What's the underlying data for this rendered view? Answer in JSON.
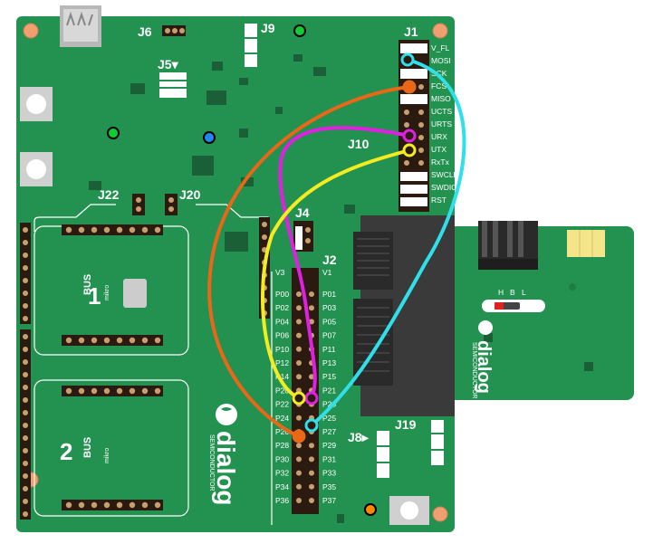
{
  "board": {
    "colors": {
      "pcb": "#239150",
      "pcb_dark": "#1d7d43",
      "silk": "#ffffff",
      "header": "#5a3a1a",
      "pin": "#c8a070"
    },
    "labels": {
      "j1": "J1",
      "j2": "J2",
      "j4": "J4",
      "j5": "J5▾",
      "j6": "J6",
      "j8": "J8▸",
      "j9": "J9",
      "j10": "J10",
      "j19": "J19",
      "j20": "J20",
      "j22": "J22",
      "v3": "V3",
      "v1": "V1"
    },
    "j1_pins": [
      "V_FL",
      "MOSI",
      "SCK",
      "FCS",
      "MISO",
      "UCTS",
      "URTS",
      "URX",
      "UTX",
      "RxTx",
      "SWCLK",
      "SWDIO",
      "RST"
    ],
    "j2_left": [
      "P00",
      "P02",
      "P04",
      "P06",
      "P10",
      "P12",
      "P14",
      "P20",
      "P22",
      "P24",
      "P26",
      "P28",
      "P30",
      "P32",
      "P34",
      "P36"
    ],
    "j2_right": [
      "P01",
      "P03",
      "P05",
      "P07",
      "P11",
      "P13",
      "P15",
      "P21",
      "P23",
      "P25",
      "P27",
      "P29",
      "P31",
      "P33",
      "P35",
      "P37"
    ],
    "mikrobus_1": {
      "number": "1",
      "text": "BUS",
      "brand": "mikro"
    },
    "mikrobus_2": {
      "number": "2",
      "text": "BUS",
      "brand": "mikro"
    },
    "logo": {
      "text": "dialog",
      "sub": "SEMICONDUCTOR"
    }
  },
  "module": {
    "switch_labels": [
      "H",
      "B",
      "L"
    ],
    "logo": {
      "text": "dialog",
      "sub": "SEMICONDUCTOR"
    }
  },
  "wires": {
    "colors": {
      "cyan": "#2fe0ea",
      "orange": "#e86818",
      "magenta": "#e020e0",
      "yellow": "#f2ec20"
    }
  }
}
